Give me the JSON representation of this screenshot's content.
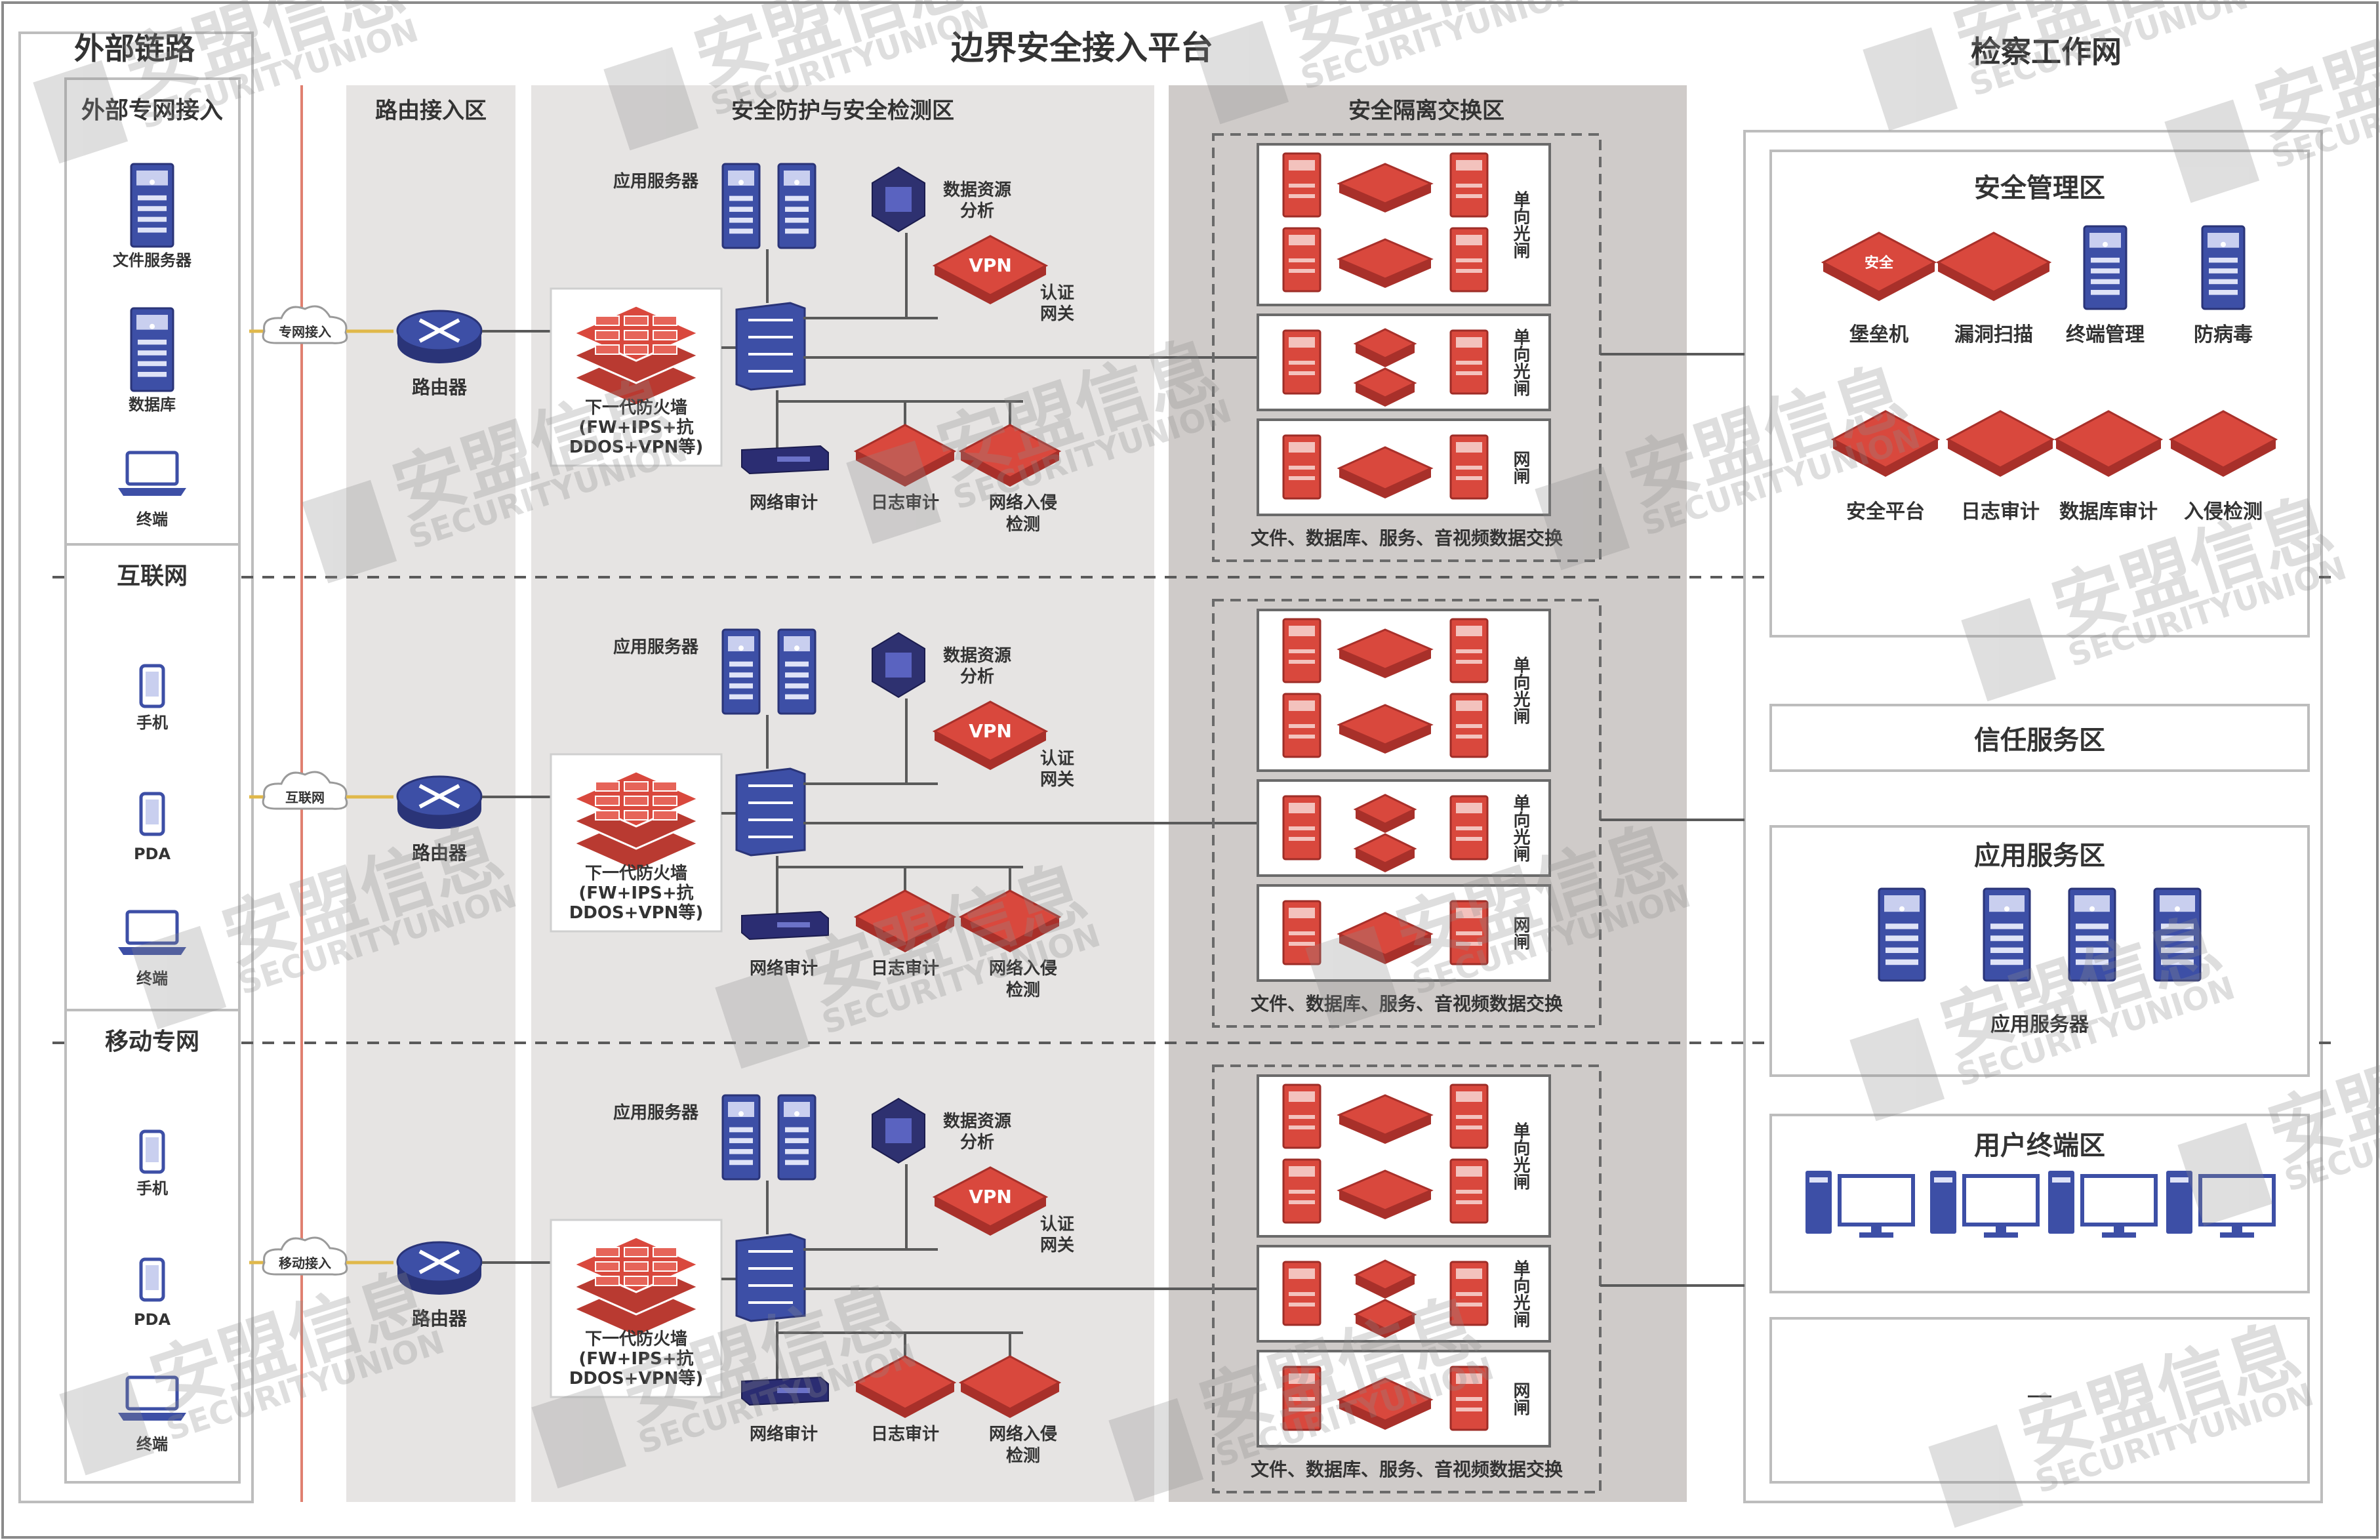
{
  "titles": {
    "external": "外部链路",
    "platform": "边界安全接入平台",
    "work": "检察工作网"
  },
  "zones": {
    "routing": "路由接入区",
    "protect": "安全防护与安全检测区",
    "isolation": "安全隔离交换区"
  },
  "access_groups": [
    {
      "title": "外部专网接入",
      "devices": [
        "文件服务器",
        "数据库",
        "终端"
      ],
      "cloud": "专网接入"
    },
    {
      "title": "互联网",
      "devices": [
        "手机",
        "PDA",
        "终端"
      ],
      "cloud": "互联网"
    },
    {
      "title": "移动专网",
      "devices": [
        "手机",
        "PDA",
        "终端"
      ],
      "cloud": "移动接入"
    }
  ],
  "row": {
    "router": "路由器",
    "app_server": "应用服务器",
    "firewall_lines": [
      "下一代防火墙",
      "(FW+IPS+抗",
      "DDOS+VPN等)"
    ],
    "data_analysis": [
      "数据资源",
      "分析"
    ],
    "vpn": "VPN",
    "auth_gateway": [
      "认证",
      "网关"
    ],
    "net_audit": "网络审计",
    "log_audit": "日志审计",
    "ids": [
      "网络入侵",
      "检测"
    ]
  },
  "isolation": {
    "one_way": "单向光闸",
    "gatekeeper": "网闸",
    "caption": "文件、数据库、服务、音视频数据交换"
  },
  "work_zones": {
    "mgmt": {
      "title": "安全管理区",
      "top": [
        "堡垒机",
        "漏洞扫描",
        "终端管理",
        "防病毒"
      ],
      "bottom": [
        "安全平台",
        "日志审计",
        "数据库审计",
        "入侵检测"
      ],
      "top_icon_text": "安全"
    },
    "trust": {
      "title": "信任服务区"
    },
    "app": {
      "title": "应用服务区",
      "label": "应用服务器"
    },
    "user": {
      "title": "用户终端区"
    },
    "other": {
      "label": "—"
    }
  },
  "watermark": {
    "cn": "安盟信息",
    "en": "SECURITYUNION"
  },
  "colors": {
    "red": "#d9483d",
    "blue": "#3d4fa6",
    "zone_light": "#e6e4e3",
    "zone_dark": "#cfcbc9"
  }
}
